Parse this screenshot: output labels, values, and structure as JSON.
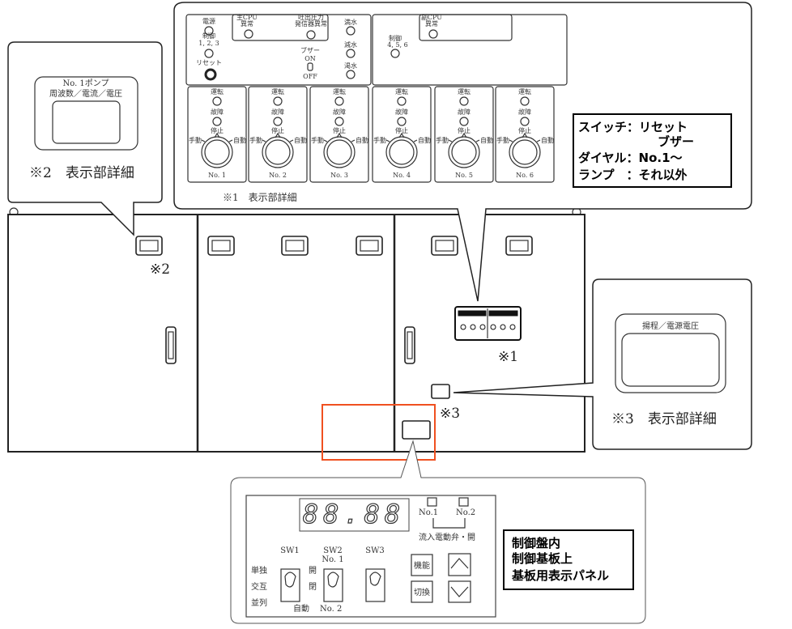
{
  "callout1": {
    "power_label": "電源",
    "control123_label": "制御",
    "control123_nums": "1, 2, 3",
    "reset_label": "リセット",
    "main_cpu_label": "主CPU",
    "main_cpu_sub": "異常",
    "discharge_label": "吐出圧力",
    "discharge_sub": "発信器異常",
    "buzzer_label": "ブザー",
    "on_label": "ON",
    "off_label": "OFF",
    "full_label": "満水",
    "low_label": "減水",
    "dry_label": "渇水",
    "sub_cpu_label": "副CPU",
    "sub_cpu_sub": "異常",
    "control456_label": "制御",
    "control456_nums": "4, 5, 6",
    "units": [
      {
        "run": "運転",
        "fault": "故障",
        "stop": "停止",
        "manual": "手動",
        "auto": "自動",
        "name": "No. 1"
      },
      {
        "run": "運転",
        "fault": "故障",
        "stop": "停止",
        "manual": "手動",
        "auto": "自動",
        "name": "No. 2"
      },
      {
        "run": "運転",
        "fault": "故障",
        "stop": "停止",
        "manual": "手動",
        "auto": "自動",
        "name": "No. 3"
      },
      {
        "run": "運転",
        "fault": "故障",
        "stop": "停止",
        "manual": "手動",
        "auto": "自動",
        "name": "No. 4"
      },
      {
        "run": "運転",
        "fault": "故障",
        "stop": "停止",
        "manual": "手動",
        "auto": "自動",
        "name": "No. 5"
      },
      {
        "run": "運転",
        "fault": "故障",
        "stop": "停止",
        "manual": "手動",
        "auto": "自動",
        "name": "No. 6"
      }
    ],
    "caption": "※1　表示部詳細",
    "legend": [
      "スイッチ：リセット",
      "ブザー",
      "ダイヤル：No.1～",
      "ランプ　：それ以外"
    ]
  },
  "callout2": {
    "title": "No. 1ポンプ",
    "subtitle": "周波数／電流／電圧",
    "caption": "※2　表示部詳細"
  },
  "callout3": {
    "title": "揚程／電源電圧",
    "caption": "※3　表示部詳細"
  },
  "cabinet": {
    "mark1": "※1",
    "mark2": "※2",
    "mark3": "※3"
  },
  "board": {
    "seg_display": "88.88",
    "no1": "No.1",
    "no2": "No.2",
    "valve_label": "流入電動弁・開",
    "sw1": "SW1",
    "sw2": "SW2",
    "sw3": "SW3",
    "sw2_top": "No. 1",
    "sw2_bottom": "No. 2",
    "single": "単独",
    "alternate": "交互",
    "parallel": "並列",
    "open": "開",
    "close": "閉",
    "auto": "自動",
    "function_btn": "機能",
    "switch_btn": "切換",
    "note": [
      "制御盤内",
      "制御基板上",
      "基板用表示パネル"
    ]
  },
  "highlight_color": "#f05020"
}
